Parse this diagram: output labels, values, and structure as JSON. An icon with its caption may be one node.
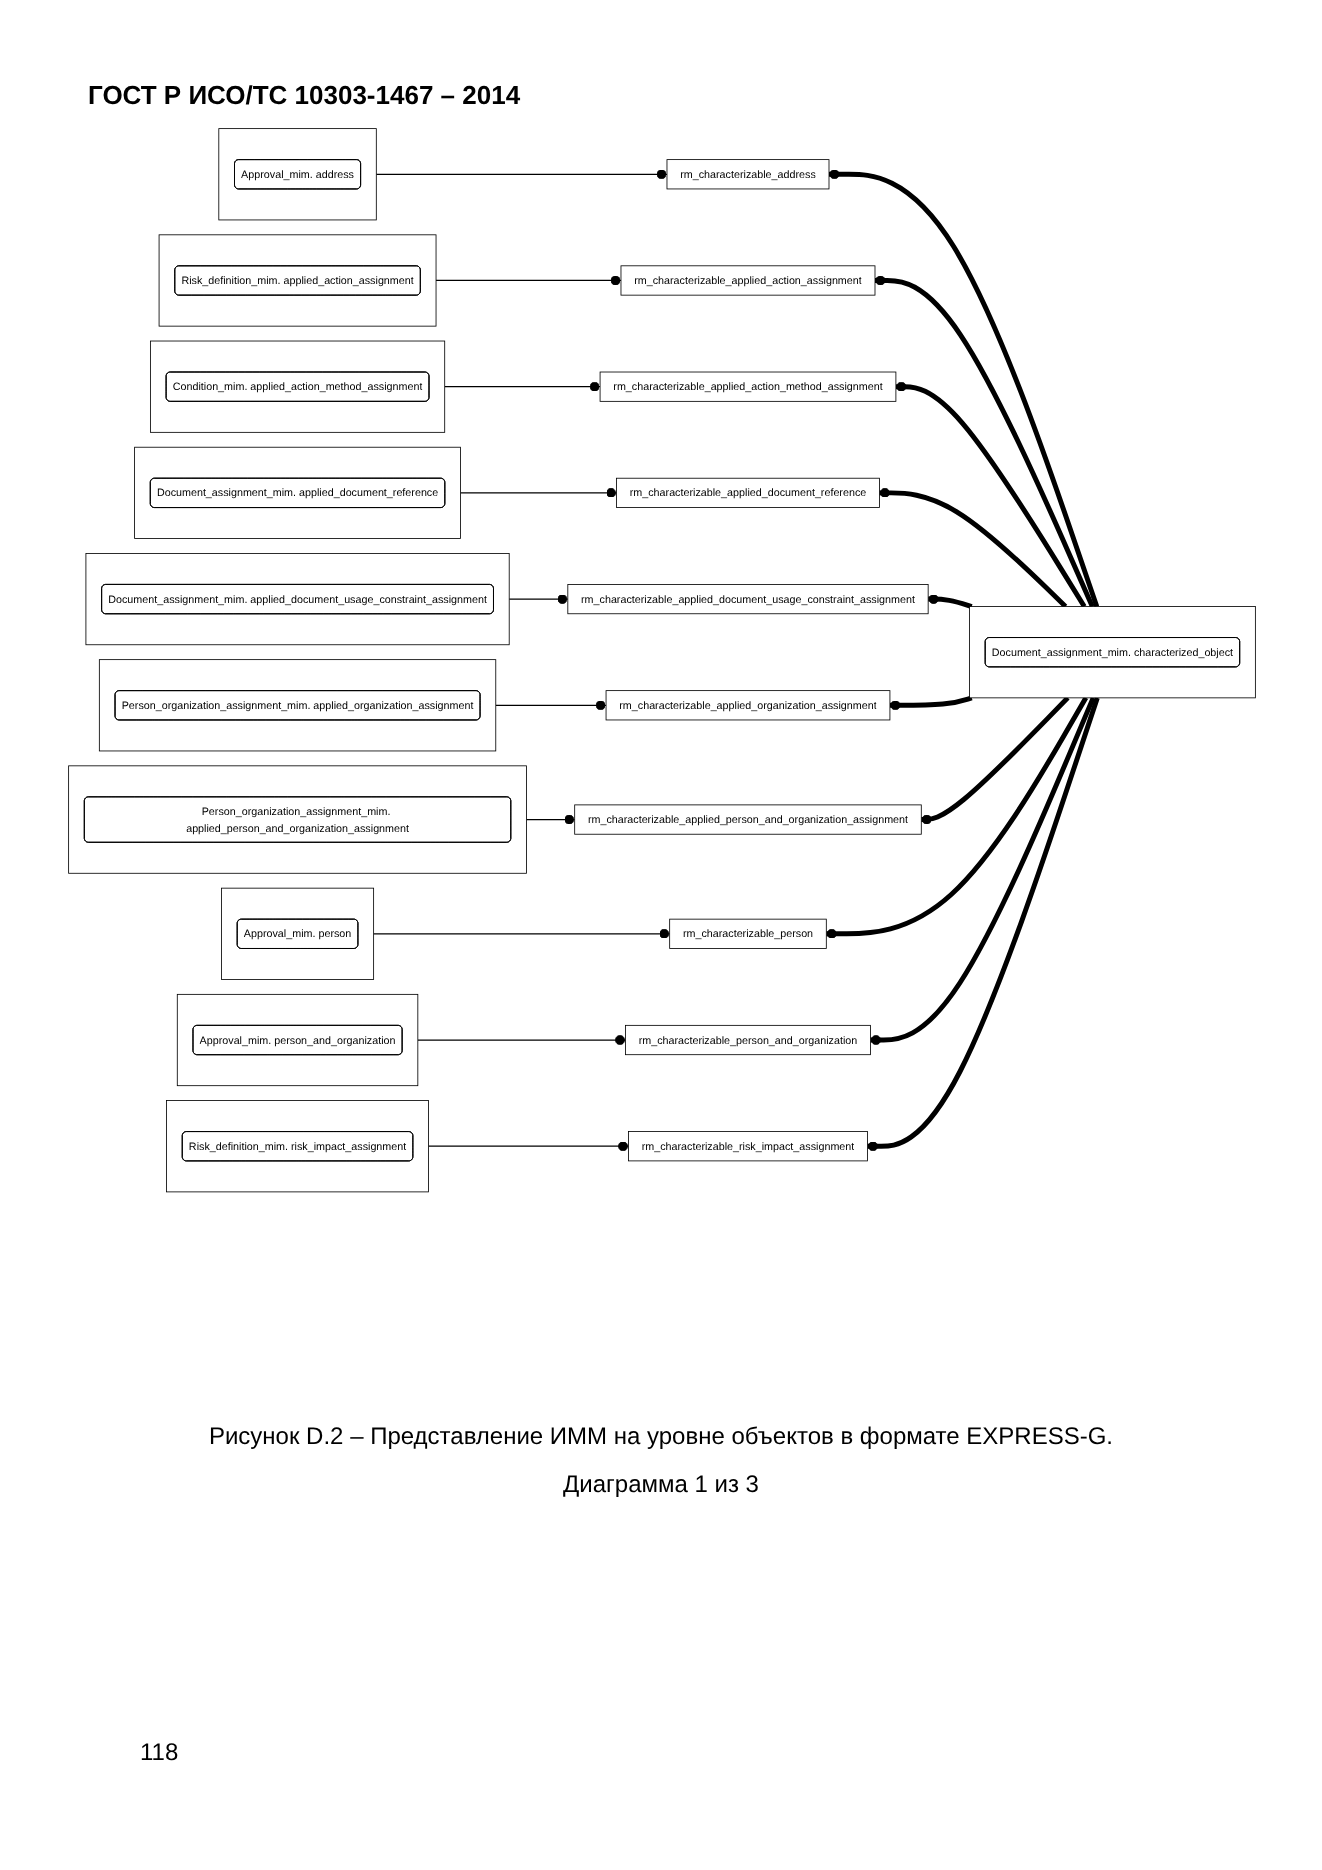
{
  "diagram": {
    "caption": "Рисунок D.2 – Представление ИММ на уровне объектов в формате EXPRESS-G.",
    "nodes": [
      {
        "text": [],
        "shape": "box"
      },
      {
        "text": [
          "Approval_mim. address"
        ],
        "in": 0
      },
      {
        "text": [],
        "shape": "box"
      },
      {
        "text": [
          "Document_assignment_mim. characterized_object"
        ],
        "in": 2
      },
      {
        "text": [],
        "shape": "box"
      },
      {
        "text": [
          "Risk_definition_mim. applied_action_assignment"
        ],
        "in": 4
      },
      {
        "text": [
          "rm_characterizable_address"
        ]
      },
      {
        "text": [
          "rm_characterizable_applied_action_assignment"
        ]
      },
      {
        "text": [],
        "shape": "box"
      },
      {
        "text": [
          "Condition_mim. applied_action_method_assignment"
        ],
        "in": 8
      },
      {
        "text": [],
        "shape": "box"
      },
      {
        "text": [
          "Document_assignment_mim. applied_document_reference"
        ],
        "in": 10
      },
      {
        "text": [
          "rm_characterizable_applied_action_method_assignment"
        ]
      },
      {
        "text": [
          "rm_characterizable_applied_document_reference"
        ]
      },
      {
        "text": [],
        "shape": "box"
      },
      {
        "text": [
          "Document_assignment_mim. applied_document_usage_constraint_assignment"
        ],
        "in": 14
      },
      {
        "text": [],
        "shape": "box"
      },
      {
        "text": [
          "Person_organization_assignment_mim. applied_organization_assignment"
        ],
        "in": 16
      },
      {
        "text": [
          "rm_characterizable_applied_document_usage_constraint_assignment"
        ]
      },
      {
        "text": [
          "rm_characterizable_applied_organization_assignment"
        ]
      },
      {
        "text": [],
        "shape": "box"
      },
      {
        "text": [
          "Person_organization_assignment_mim. applied_person_and_organization_assignment"
        ],
        "in": 20
      },
      {
        "text": [],
        "shape": "box"
      },
      {
        "text": [
          "Approval_mim. person"
        ],
        "in": 22
      },
      {
        "text": [
          "rm_characterizable_applied_person_and_organization_assignment"
        ]
      },
      {
        "text": [
          "rm_characterizable_person"
        ]
      },
      {
        "text": [],
        "shape": "box"
      },
      {
        "text": [
          "Approval_mim. person_and_organization"
        ],
        "in": 26
      },
      {
        "text": [],
        "shape": "box"
      },
      {
        "text": [
          "Risk_definition_mim. risk_impact_assignment"
        ],
        "in": 28
      },
      {
        "text": [
          "rm_characterizable_person_and_organization"
        ]
      },
      {
        "text": [
          "rm_characterizable_risk_impact_assignment"
        ]
      }
    ],
    "edges": [
      {
        "from": 0,
        "to": 6,
        "arrow": "other"
      },
      {
        "from": 4,
        "to": 7,
        "arrow": "other"
      },
      {
        "from": 2,
        "to": 6,
        "arrow": "other",
        "style": "thick"
      },
      {
        "from": 2,
        "to": 7,
        "arrow": "other",
        "style": "thick"
      },
      {
        "from": 8,
        "to": 12,
        "arrow": "other"
      },
      {
        "from": 10,
        "to": 13,
        "arrow": "other"
      },
      {
        "from": 2,
        "to": 12,
        "arrow": "other",
        "style": "thick"
      },
      {
        "from": 2,
        "to": 13,
        "arrow": "other",
        "style": "thick"
      },
      {
        "from": 14,
        "to": 18,
        "arrow": "other"
      },
      {
        "from": 16,
        "to": 19,
        "arrow": "other"
      },
      {
        "from": 2,
        "to": 18,
        "arrow": "other",
        "style": "thick"
      },
      {
        "from": 2,
        "to": 19,
        "arrow": "other",
        "style": "thick"
      },
      {
        "from": 20,
        "to": 24,
        "arrow": "other"
      },
      {
        "from": 22,
        "to": 25,
        "arrow": "other"
      },
      {
        "from": 2,
        "to": 24,
        "arrow": "other",
        "style": "thick"
      },
      {
        "from": 2,
        "to": 25,
        "arrow": "other",
        "style": "thick"
      },
      {
        "from": 26,
        "to": 30,
        "arrow": "other"
      },
      {
        "from": 28,
        "to": 31,
        "arrow": "other"
      },
      {
        "from": 2,
        "to": 30,
        "arrow": "other",
        "style": "thick"
      },
      {
        "from": 2,
        "to": 31,
        "arrow": "other",
        "style": "thick"
      }
    ],
    "labels": [
      "ГОСТ Р ИСО/ТС 10303-1467 – 2014",
      "Диаграмма 1 из 3",
      "118"
    ]
  }
}
